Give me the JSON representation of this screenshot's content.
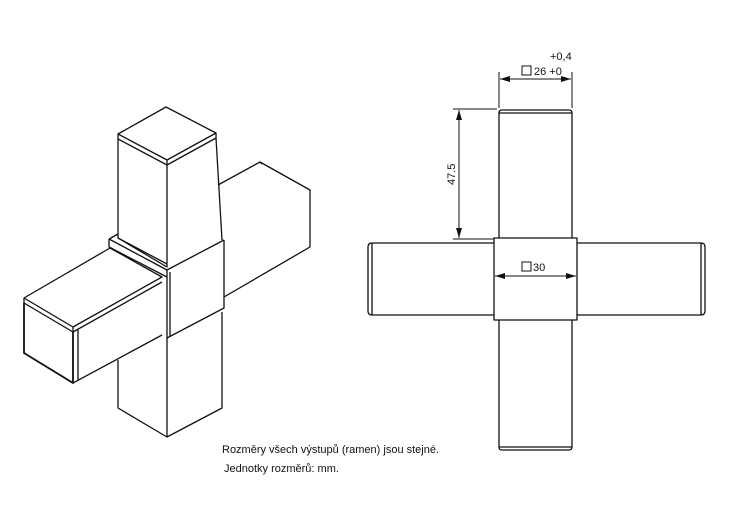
{
  "drawing": {
    "dimensions": {
      "tube_tolerance_upper": "+0,4",
      "tube_size": "26 +0",
      "arm_length": "47.5",
      "hub_size": "30",
      "square_symbol": "□"
    },
    "notes": [
      "Rozměry všech výstupů (ramen) jsou stejné.",
      "Jednotky rozměrů: mm."
    ]
  }
}
